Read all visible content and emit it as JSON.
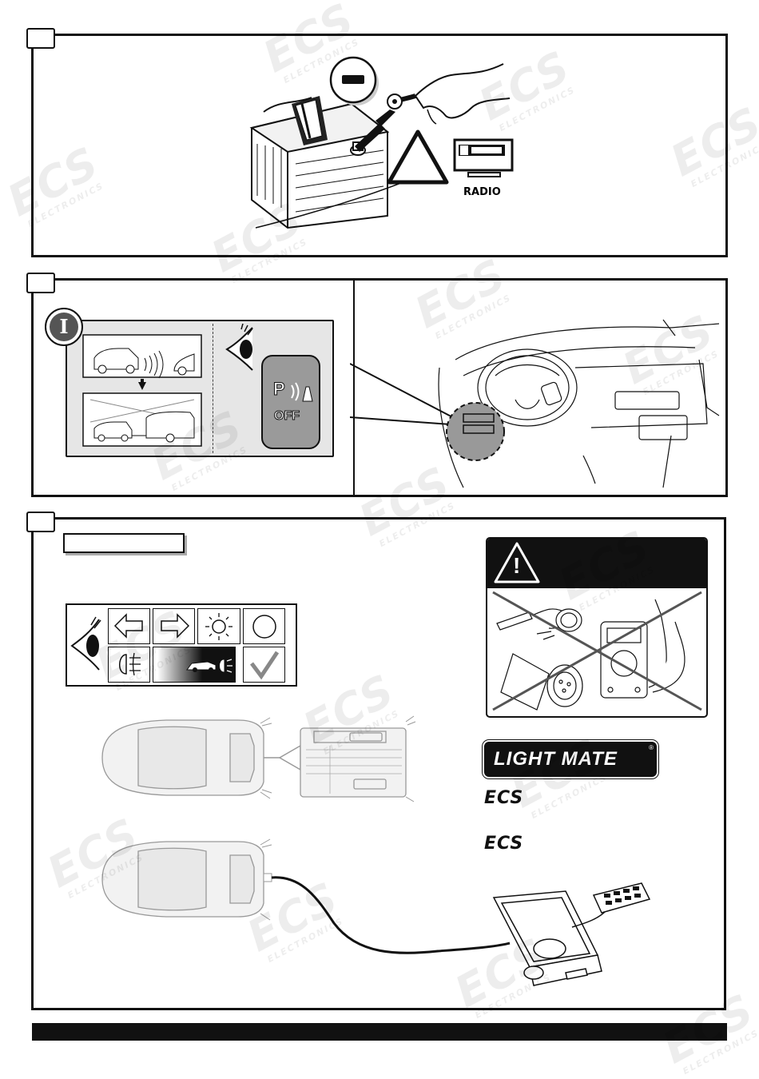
{
  "labels": {
    "radio": "RADIO",
    "step_info_letter": "I",
    "park_sensor_p": "P",
    "park_sensor_off": "OFF",
    "brand_lightmate": "LIGHT MATE",
    "brand_lightmate_reg": "®",
    "brand_ecs_1": "ECS",
    "brand_ecs_2": "ECS",
    "warning_mark": "!"
  },
  "watermark": {
    "logo": "ECS",
    "sub": "ELECTRONICS"
  },
  "icons": [
    "minus-terminal-icon",
    "warning-triangle-icon",
    "radio-icon",
    "eye-icon",
    "arrow-left-icon",
    "arrow-right-icon",
    "sun-light-icon",
    "circle-light-icon",
    "fog-light-icon",
    "check-icon"
  ],
  "colors": {
    "ink": "#111111",
    "gray_panel": "#e6e6e6",
    "button_gray": "#9a9a9a",
    "warning_black": "#111111"
  }
}
